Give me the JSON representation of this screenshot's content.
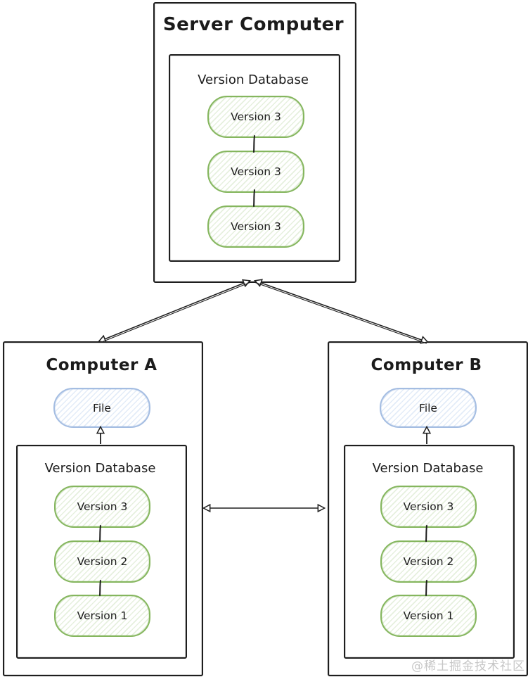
{
  "server": {
    "title": "Server Computer",
    "db_title": "Version Database",
    "versions": [
      "Version 3",
      "Version 3",
      "Version 3"
    ]
  },
  "computer_a": {
    "title": "Computer A",
    "file_label": "File",
    "db_title": "Version Database",
    "versions": [
      "Version 3",
      "Version 2",
      "Version 1"
    ]
  },
  "computer_b": {
    "title": "Computer B",
    "file_label": "File",
    "db_title": "Version Database",
    "versions": [
      "Version 3",
      "Version 2",
      "Version 1"
    ]
  },
  "watermark": "@稀土掘金技术社区",
  "colors": {
    "line": "#1e1e1e",
    "version_stroke": "#85b65e",
    "version_fill_hatch": "#e6f0de",
    "file_stroke": "#a4bde2",
    "file_fill_hatch": "#e3ecf8",
    "watermark": "#c6c6c6",
    "background": "#ffffff"
  }
}
